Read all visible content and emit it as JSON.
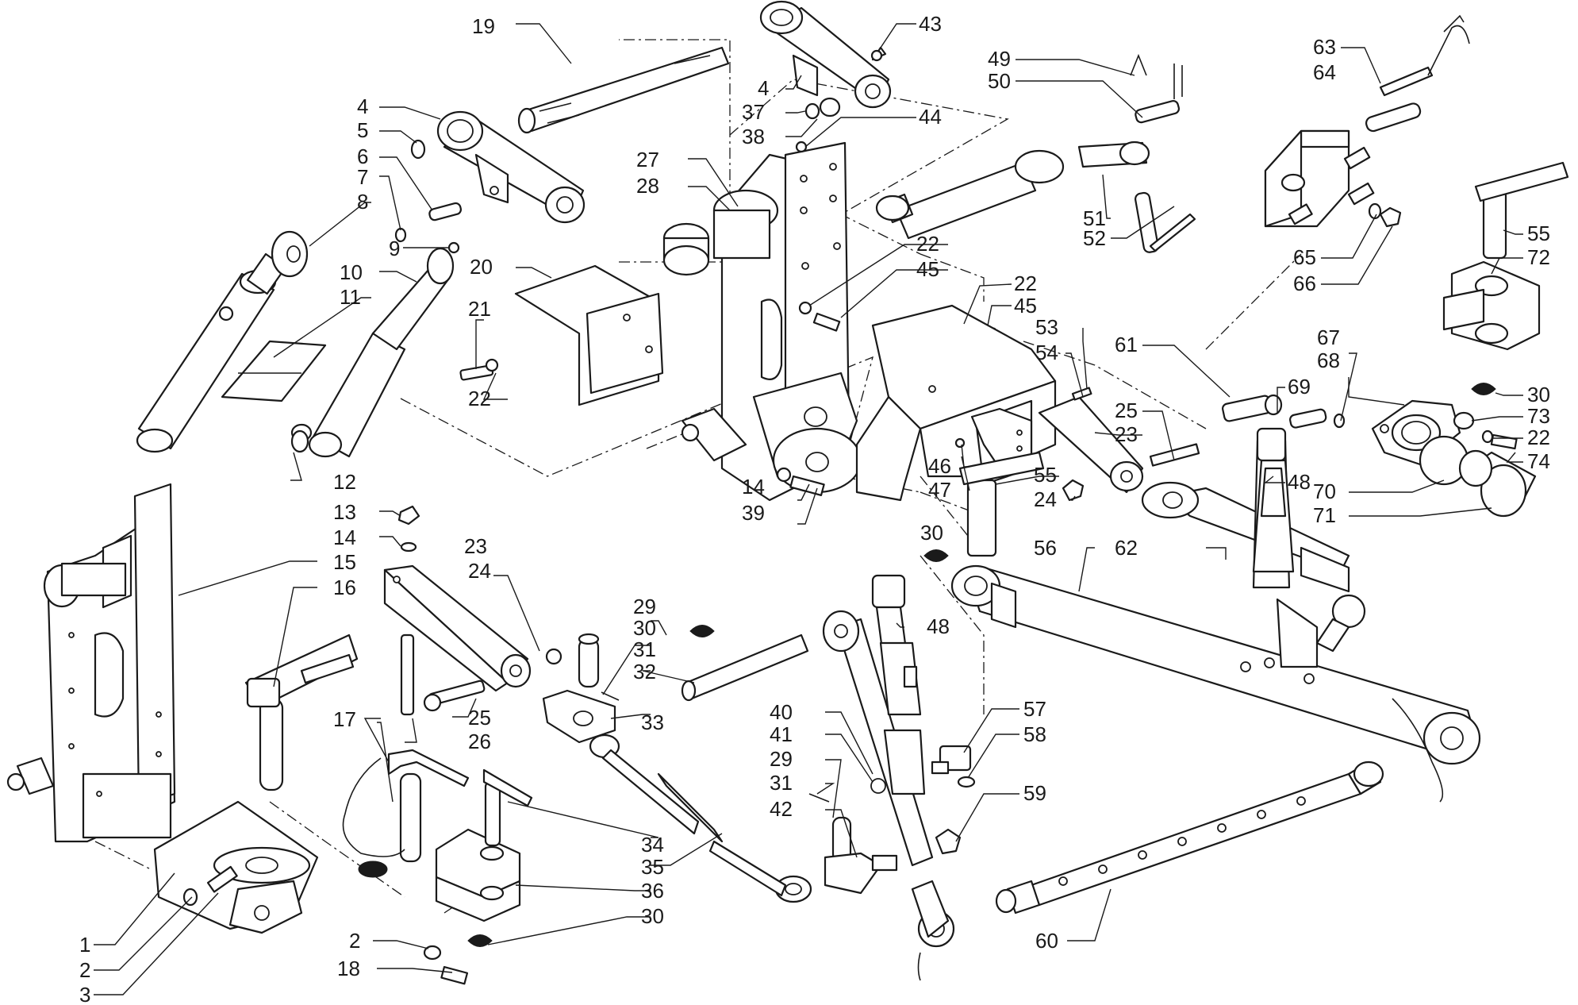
{
  "diagram": {
    "callouts": [
      {
        "id": "c1",
        "text": "1"
      },
      {
        "id": "c2a",
        "text": "2"
      },
      {
        "id": "c3",
        "text": "3"
      },
      {
        "id": "c2b",
        "text": "2"
      },
      {
        "id": "c18",
        "text": "18"
      },
      {
        "id": "c4a",
        "text": "4"
      },
      {
        "id": "c5",
        "text": "5"
      },
      {
        "id": "c6",
        "text": "6"
      },
      {
        "id": "c7",
        "text": "7"
      },
      {
        "id": "c8",
        "text": "8"
      },
      {
        "id": "c9",
        "text": "9"
      },
      {
        "id": "c10",
        "text": "10"
      },
      {
        "id": "c11",
        "text": "11"
      },
      {
        "id": "c12",
        "text": "12"
      },
      {
        "id": "c13",
        "text": "13"
      },
      {
        "id": "c14a",
        "text": "14"
      },
      {
        "id": "c15",
        "text": "15"
      },
      {
        "id": "c16",
        "text": "16"
      },
      {
        "id": "c17",
        "text": "17"
      },
      {
        "id": "c19",
        "text": "19"
      },
      {
        "id": "c20",
        "text": "20"
      },
      {
        "id": "c21",
        "text": "21"
      },
      {
        "id": "c22a",
        "text": "22"
      },
      {
        "id": "c23a",
        "text": "23"
      },
      {
        "id": "c24a",
        "text": "24"
      },
      {
        "id": "c25a",
        "text": "25"
      },
      {
        "id": "c26",
        "text": "26"
      },
      {
        "id": "c27",
        "text": "27"
      },
      {
        "id": "c28",
        "text": "28"
      },
      {
        "id": "c4b",
        "text": "4"
      },
      {
        "id": "c37",
        "text": "37"
      },
      {
        "id": "c38",
        "text": "38"
      },
      {
        "id": "c43",
        "text": "43"
      },
      {
        "id": "c44",
        "text": "44"
      },
      {
        "id": "c22b",
        "text": "22"
      },
      {
        "id": "c45a",
        "text": "45"
      },
      {
        "id": "c22c",
        "text": "22"
      },
      {
        "id": "c45b",
        "text": "45"
      },
      {
        "id": "c14b",
        "text": "14"
      },
      {
        "id": "c39",
        "text": "39"
      },
      {
        "id": "c29a",
        "text": "29"
      },
      {
        "id": "c30a",
        "text": "30"
      },
      {
        "id": "c31a",
        "text": "31"
      },
      {
        "id": "c32",
        "text": "32"
      },
      {
        "id": "c33",
        "text": "33"
      },
      {
        "id": "c34",
        "text": "34"
      },
      {
        "id": "c35",
        "text": "35"
      },
      {
        "id": "c36",
        "text": "36"
      },
      {
        "id": "c30b",
        "text": "30"
      },
      {
        "id": "c40",
        "text": "40"
      },
      {
        "id": "c41",
        "text": "41"
      },
      {
        "id": "c29b",
        "text": "29"
      },
      {
        "id": "c31b",
        "text": "31"
      },
      {
        "id": "c42",
        "text": "42"
      },
      {
        "id": "c48a",
        "text": "48"
      },
      {
        "id": "c57",
        "text": "57"
      },
      {
        "id": "c58",
        "text": "58"
      },
      {
        "id": "c59",
        "text": "59"
      },
      {
        "id": "c60",
        "text": "60"
      },
      {
        "id": "c49",
        "text": "49"
      },
      {
        "id": "c50",
        "text": "50"
      },
      {
        "id": "c51",
        "text": "51"
      },
      {
        "id": "c52",
        "text": "52"
      },
      {
        "id": "c53",
        "text": "53"
      },
      {
        "id": "c54",
        "text": "54"
      },
      {
        "id": "c61",
        "text": "61"
      },
      {
        "id": "c25b",
        "text": "25"
      },
      {
        "id": "c23b",
        "text": "23"
      },
      {
        "id": "c46",
        "text": "46"
      },
      {
        "id": "c47",
        "text": "47"
      },
      {
        "id": "c55a",
        "text": "55"
      },
      {
        "id": "c24b",
        "text": "24"
      },
      {
        "id": "c30c",
        "text": "30"
      },
      {
        "id": "c56",
        "text": "56"
      },
      {
        "id": "c62",
        "text": "62"
      },
      {
        "id": "c69",
        "text": "69"
      },
      {
        "id": "c48b",
        "text": "48"
      },
      {
        "id": "c63",
        "text": "63"
      },
      {
        "id": "c64",
        "text": "64"
      },
      {
        "id": "c65",
        "text": "65"
      },
      {
        "id": "c66",
        "text": "66"
      },
      {
        "id": "c55b",
        "text": "55"
      },
      {
        "id": "c72",
        "text": "72"
      },
      {
        "id": "c67",
        "text": "67"
      },
      {
        "id": "c68",
        "text": "68"
      },
      {
        "id": "c30d",
        "text": "30"
      },
      {
        "id": "c73",
        "text": "73"
      },
      {
        "id": "c22d",
        "text": "22"
      },
      {
        "id": "c74",
        "text": "74"
      },
      {
        "id": "c70",
        "text": "70"
      },
      {
        "id": "c71",
        "text": "71"
      }
    ]
  }
}
